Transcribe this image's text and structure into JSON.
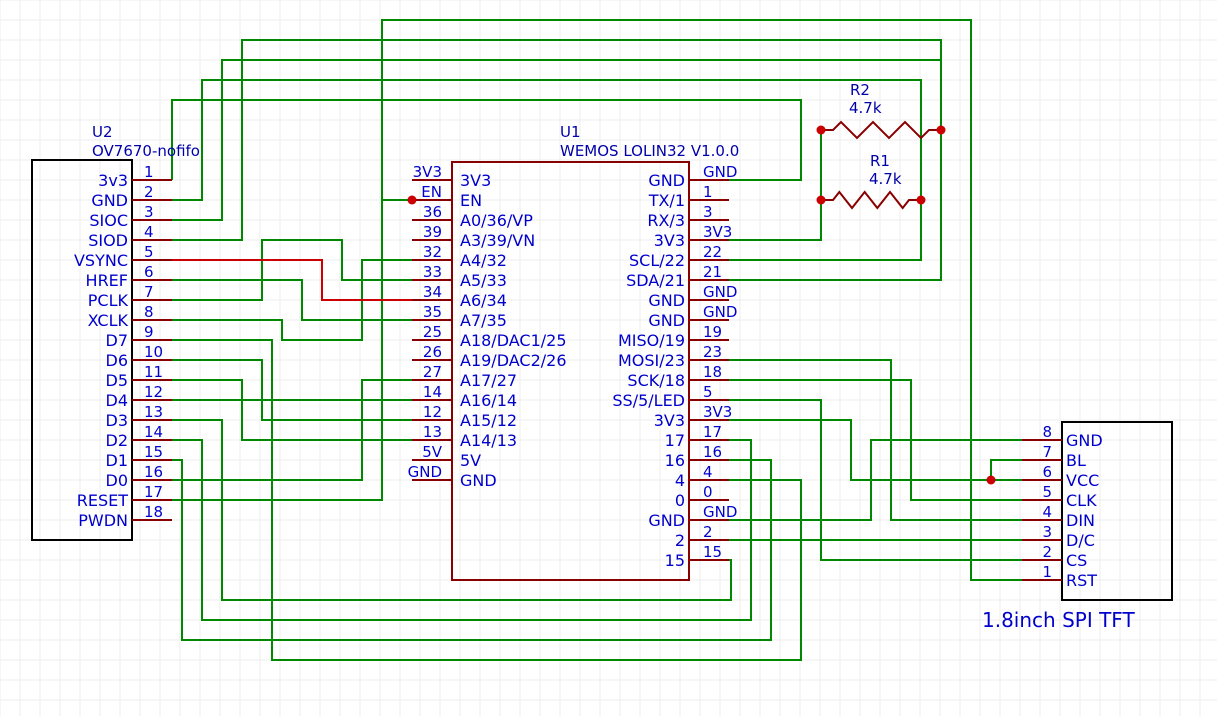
{
  "colors": {
    "wire": "#008800",
    "wire_red": "#cc0000",
    "part": "#880000",
    "pin_text": "#0000cc",
    "label_text": "#0000aa",
    "junction": "#cc0000",
    "grid": "#eeeeee"
  },
  "u2": {
    "ref": "U2",
    "value": "OV7670-nofifo",
    "pins": [
      {
        "num": "1",
        "name": "3v3"
      },
      {
        "num": "2",
        "name": "GND"
      },
      {
        "num": "3",
        "name": "SIOC"
      },
      {
        "num": "4",
        "name": "SIOD"
      },
      {
        "num": "5",
        "name": "VSYNC"
      },
      {
        "num": "6",
        "name": "HREF"
      },
      {
        "num": "7",
        "name": "PCLK"
      },
      {
        "num": "8",
        "name": "XCLK"
      },
      {
        "num": "9",
        "name": "D7"
      },
      {
        "num": "10",
        "name": "D6"
      },
      {
        "num": "11",
        "name": "D5"
      },
      {
        "num": "12",
        "name": "D4"
      },
      {
        "num": "13",
        "name": "D3"
      },
      {
        "num": "14",
        "name": "D2"
      },
      {
        "num": "15",
        "name": "D1"
      },
      {
        "num": "16",
        "name": "D0"
      },
      {
        "num": "17",
        "name": "RESET"
      },
      {
        "num": "18",
        "name": "PWDN"
      }
    ]
  },
  "u1": {
    "ref": "U1",
    "value": "WEMOS LOLIN32 V1.0.0",
    "left_pins": [
      {
        "num": "3V3",
        "name": "3V3"
      },
      {
        "num": "EN",
        "name": "EN"
      },
      {
        "num": "36",
        "name": "A0/36/VP"
      },
      {
        "num": "39",
        "name": "A3/39/VN"
      },
      {
        "num": "32",
        "name": "A4/32"
      },
      {
        "num": "33",
        "name": "A5/33"
      },
      {
        "num": "34",
        "name": "A6/34"
      },
      {
        "num": "35",
        "name": "A7/35"
      },
      {
        "num": "25",
        "name": "A18/DAC1/25"
      },
      {
        "num": "26",
        "name": "A19/DAC2/26"
      },
      {
        "num": "27",
        "name": "A17/27"
      },
      {
        "num": "14",
        "name": "A16/14"
      },
      {
        "num": "12",
        "name": "A15/12"
      },
      {
        "num": "13",
        "name": "A14/13"
      },
      {
        "num": "5V",
        "name": "5V"
      },
      {
        "num": "GND",
        "name": "GND"
      }
    ],
    "right_pins": [
      {
        "num": "GND",
        "name": "GND"
      },
      {
        "num": "1",
        "name": "TX/1"
      },
      {
        "num": "3",
        "name": "RX/3"
      },
      {
        "num": "3V3",
        "name": "3V3"
      },
      {
        "num": "22",
        "name": "SCL/22"
      },
      {
        "num": "21",
        "name": "SDA/21"
      },
      {
        "num": "GND",
        "name": "GND"
      },
      {
        "num": "GND",
        "name": "GND"
      },
      {
        "num": "19",
        "name": "MISO/19"
      },
      {
        "num": "23",
        "name": "MOSI/23"
      },
      {
        "num": "18",
        "name": "SCK/18"
      },
      {
        "num": "5",
        "name": "SS/5/LED"
      },
      {
        "num": "3V3",
        "name": "3V3"
      },
      {
        "num": "17",
        "name": "17"
      },
      {
        "num": "16",
        "name": "16"
      },
      {
        "num": "4",
        "name": "4"
      },
      {
        "num": "0",
        "name": "0"
      },
      {
        "num": "GND",
        "name": "GND"
      },
      {
        "num": "2",
        "name": "2"
      },
      {
        "num": "15",
        "name": "15"
      }
    ]
  },
  "r1": {
    "ref": "R1",
    "value": "4.7k"
  },
  "r2": {
    "ref": "R2",
    "value": "4.7k"
  },
  "tft": {
    "title": "1.8inch SPI TFT",
    "pins": [
      {
        "num": "8",
        "name": "GND"
      },
      {
        "num": "7",
        "name": "BL"
      },
      {
        "num": "6",
        "name": "VCC"
      },
      {
        "num": "5",
        "name": "CLK"
      },
      {
        "num": "4",
        "name": "DIN"
      },
      {
        "num": "3",
        "name": "D/C"
      },
      {
        "num": "2",
        "name": "CS"
      },
      {
        "num": "1",
        "name": "RST"
      }
    ]
  }
}
